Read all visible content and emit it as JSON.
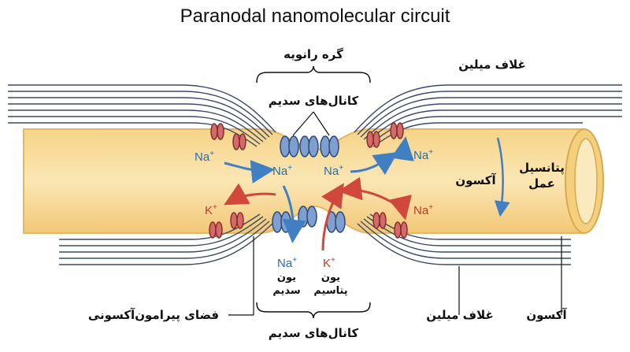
{
  "title": "Paranodal nanomolecular circuit",
  "labels": {
    "node_of_ranvier": "گره رانویه",
    "sodium_channels_top": "کانال‌های سدیم",
    "myelin_sheath_top": "غلاف میلین",
    "action_potential_line1": "پتانسیل",
    "action_potential_line2": "عمل",
    "action_potential_axon": "آکسون",
    "periaxonal_space": "فضای پیرامون‌آکسونی",
    "myelin_sheath_bottom": "غلاف میلین",
    "axon": "آکسون",
    "sodium_channels_bottom": "کانال‌های سدیم",
    "sodium_ion_line1": "یون",
    "sodium_ion_line2": "سدیم",
    "potassium_ion_line1": "یون",
    "potassium_ion_line2": "پتاسیم"
  },
  "ions": {
    "na": "Na",
    "k": "K",
    "plus": "+"
  },
  "colors": {
    "axon_fill": "#f9dd9e",
    "axon_edge": "#e3b763",
    "myelin_fill": "#b9c4d8",
    "myelin_line": "#3c4a66",
    "sodium_channel": "#7f9fd0",
    "potassium_channel": "#d46b6b",
    "na_arrow": "#3f7fc2",
    "k_arrow": "#d0473b"
  }
}
